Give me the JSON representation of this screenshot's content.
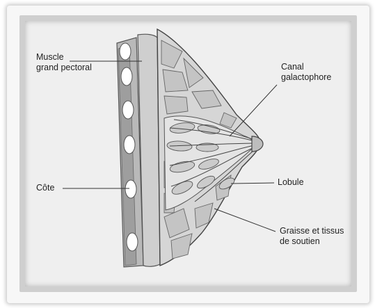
{
  "labels": {
    "muscle": [
      "Muscle",
      "grand pectoral"
    ],
    "cote": "Côte",
    "canal": [
      "Canal",
      "galactophore"
    ],
    "lobule": "Lobule",
    "graisse": [
      "Graisse et tissus",
      "de soutien"
    ]
  },
  "colors": {
    "tissue_fill": "#d8d8d8",
    "fat_fill": "#c9c9c9",
    "outline": "#555555",
    "rib_fill": "#ffffff",
    "muscle_fill": "#bdbdbd"
  }
}
